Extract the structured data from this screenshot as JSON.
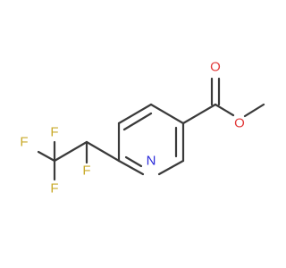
{
  "molecule": {
    "atoms": {
      "N": {
        "symbol": "N",
        "color": "#2b2bd9"
      },
      "O_carbonyl": {
        "symbol": "O",
        "color": "#e23a3a"
      },
      "O_ester": {
        "symbol": "O",
        "color": "#e23a3a"
      },
      "F1": {
        "symbol": "F",
        "color": "#c9aa2a"
      },
      "F2": {
        "symbol": "F",
        "color": "#c9aa2a"
      },
      "F3": {
        "symbol": "F",
        "color": "#c9aa2a"
      },
      "F4": {
        "symbol": "F",
        "color": "#c9aa2a"
      }
    },
    "bond_color": "#3a3a3a"
  }
}
